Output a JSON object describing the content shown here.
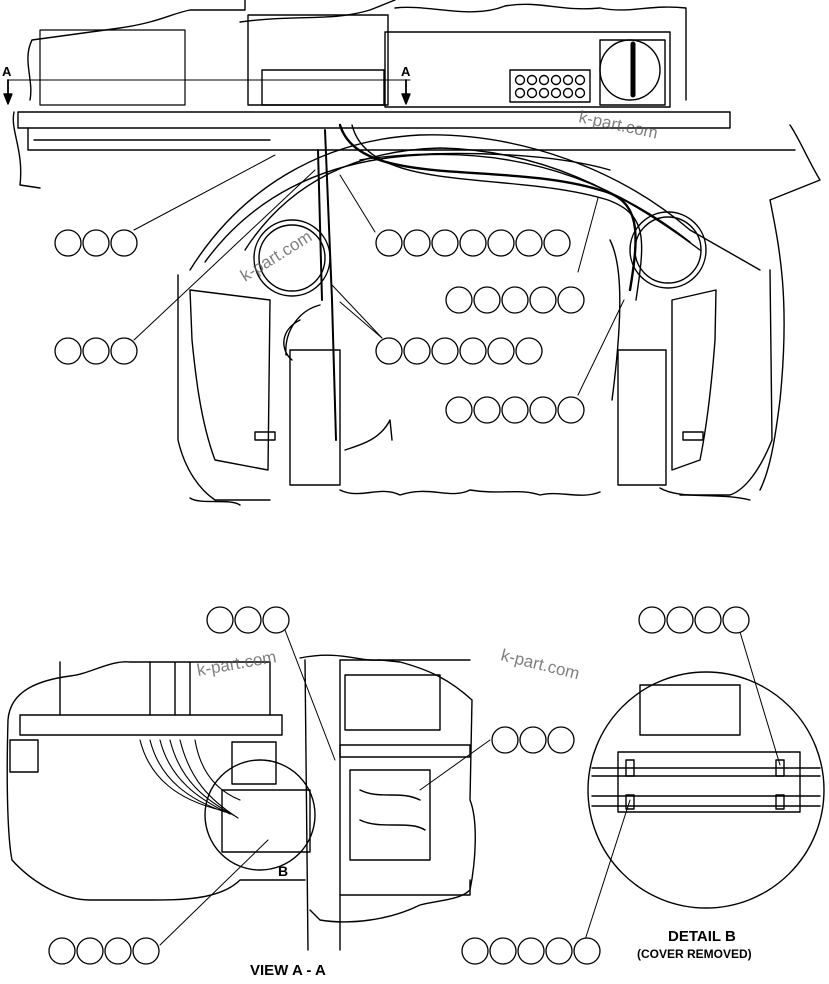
{
  "labels": {
    "section_marker_left": "A",
    "section_marker_right": "A",
    "detail_callout": "B",
    "view_title": "VIEW A - A",
    "detail_title": "DETAIL B",
    "detail_subtitle": "(COVER REMOVED)"
  },
  "watermarks": [
    "k-part.com",
    "k-part.com",
    "k-part.com",
    "k-part.com"
  ],
  "balloon_groups": [
    {
      "id": "tl-3-upper",
      "count": 3
    },
    {
      "id": "tc-7-upper",
      "count": 7
    },
    {
      "id": "tr-5-upper",
      "count": 5
    },
    {
      "id": "tl-3-lower",
      "count": 3
    },
    {
      "id": "tc-6-lower",
      "count": 6
    },
    {
      "id": "tr-5-lower",
      "count": 5
    },
    {
      "id": "view-top-3",
      "count": 3
    },
    {
      "id": "view-mid-3",
      "count": 3
    },
    {
      "id": "view-bottom-4",
      "count": 4
    },
    {
      "id": "detail-top-4",
      "count": 4
    },
    {
      "id": "detail-bottom-5",
      "count": 5
    }
  ]
}
